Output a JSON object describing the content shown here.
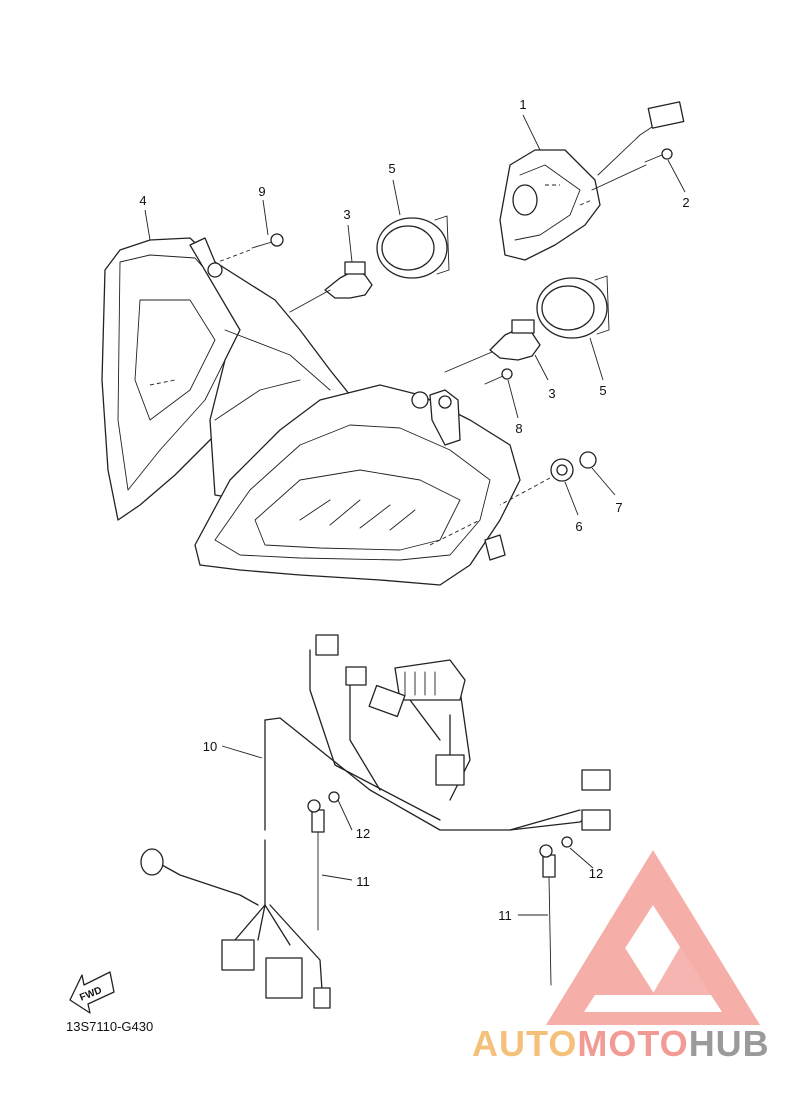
{
  "diagram": {
    "reference_code": "13S7110-G430",
    "fwd_label": "FWD",
    "callouts": {
      "c1": "1",
      "c2": "2",
      "c3a": "3",
      "c3b": "3",
      "c4": "4",
      "c5a": "5",
      "c5b": "5",
      "c6": "6",
      "c7": "7",
      "c8": "8",
      "c9": "9",
      "c10": "10",
      "c11a": "11",
      "c11b": "11",
      "c12a": "12",
      "c12b": "12"
    }
  },
  "watermark": {
    "part1": "AUTO",
    "part2": "MOTO",
    "part3": "HUB",
    "colors": {
      "orange": "#f5c07a",
      "red": "#f29a94",
      "gray": "#9a9a9a"
    }
  }
}
